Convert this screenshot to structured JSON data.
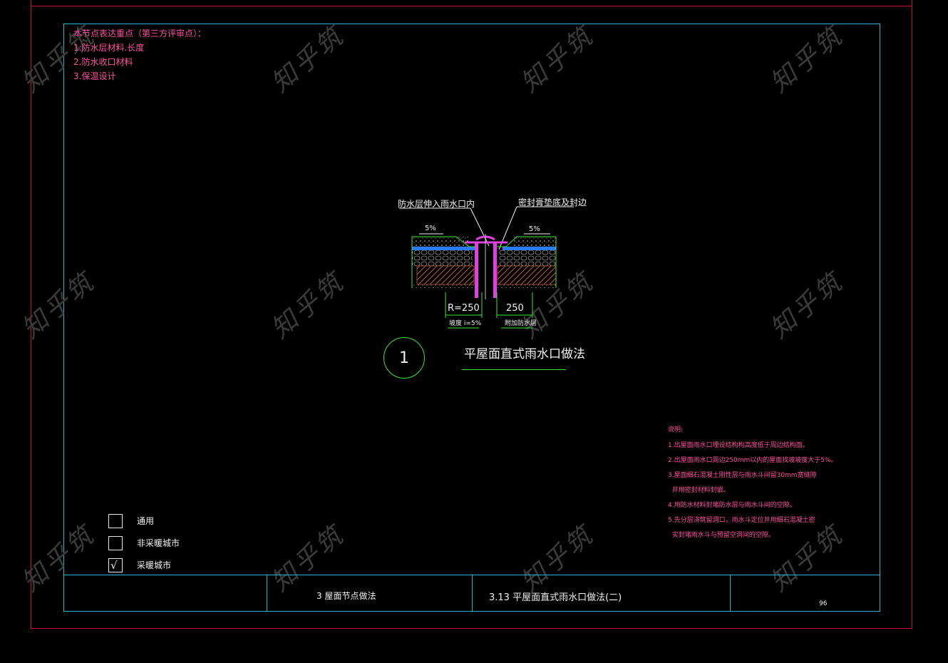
{
  "focus": {
    "heading": "本节点表达重点（第三方评审点）：",
    "items": [
      "1.防水层材料.长度",
      "2.防水收口材料",
      "3.保温设计"
    ]
  },
  "diagram": {
    "callout_left": "防水层伸入雨水口内",
    "callout_right": "密封膏垫底及封边",
    "slope_left": "5%",
    "slope_right": "5%",
    "dim_left": "R=250",
    "dim_left_sub": "坡度 i=5%",
    "dim_right": "250",
    "dim_right_sub": "附加防水层",
    "detail_number": "1",
    "detail_title": "平屋面直式雨水口做法"
  },
  "notes": {
    "heading": "说明:",
    "lines": [
      "1.出屋面雨水口埋设结构构高度低于周边结构面。",
      "2.出屋面雨水口周边250mm以内的屋面找坡坡度大于5%。",
      "3.屋面细石混凝土刚性层与雨水斗间留30mm宽缝隙",
      "  并用密封材料封嵌。",
      "4.用防水材料封堵防水层与雨水斗间的空隙。",
      "5.先分层浇筑留洞口，雨水斗定位并用细石混凝土密",
      "  实封堵雨水斗与预留空洞间的空隙。"
    ]
  },
  "legend": {
    "items": [
      {
        "label": "通用",
        "checked": false
      },
      {
        "label": "非采暖城市",
        "checked": false
      },
      {
        "label": "采暖城市",
        "checked": true
      }
    ],
    "check_mark": "√"
  },
  "title_block": {
    "section": "3  屋面节点做法",
    "drawing": "3.13  平屋面直式雨水口做法(二)",
    "page": "96"
  },
  "watermark": "知乎筑",
  "colors": {
    "frame_red": "#c8102e",
    "frame_cyan": "#1fb8c8",
    "text_pink": "#ff4fa0",
    "drawing_green": "#39e639",
    "waterproof_blue": "#2a7bff",
    "magenta": "#e040e0"
  }
}
